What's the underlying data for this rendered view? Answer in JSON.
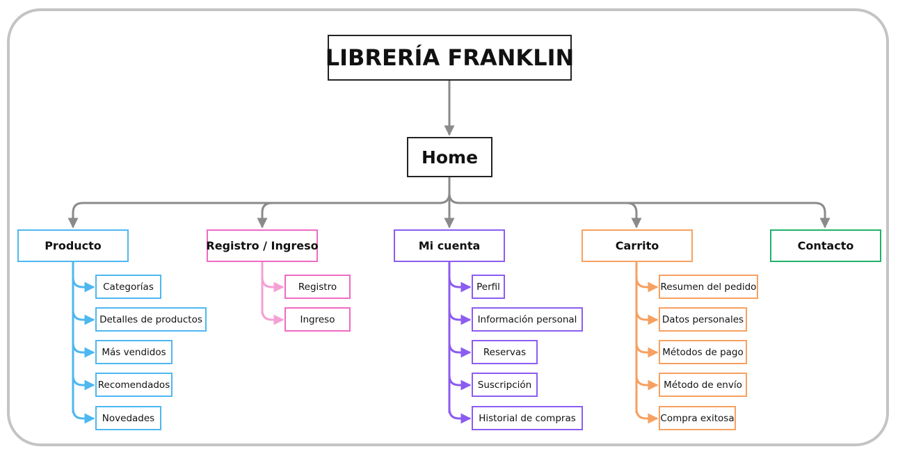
{
  "diagram": {
    "title": "LIBRERÍA FRANKLIN",
    "home": "Home",
    "colors": {
      "connector": "#8a8a8a",
      "producto": "#4db7f0",
      "registro": "#f06ac2",
      "cuenta": "#8b5cf0",
      "carrito": "#f7a060",
      "contacto": "#20b26a",
      "frame": "#c4c4c4"
    },
    "sections": [
      {
        "label": "Producto",
        "items": [
          "Categorías",
          "Detalles de productos",
          "Más vendidos",
          "Recomendados",
          "Novedades"
        ]
      },
      {
        "label": "Registro / Ingreso",
        "items": [
          "Registro",
          "Ingreso"
        ]
      },
      {
        "label": "Mi cuenta",
        "items": [
          "Perfil",
          "Información personal",
          "Reservas",
          "Suscripción",
          "Historial de compras"
        ]
      },
      {
        "label": "Carrito",
        "items": [
          "Resumen del pedido",
          "Datos personales",
          "Métodos de pago",
          "Método de envío",
          "Compra exitosa"
        ]
      },
      {
        "label": "Contacto",
        "items": []
      }
    ]
  }
}
